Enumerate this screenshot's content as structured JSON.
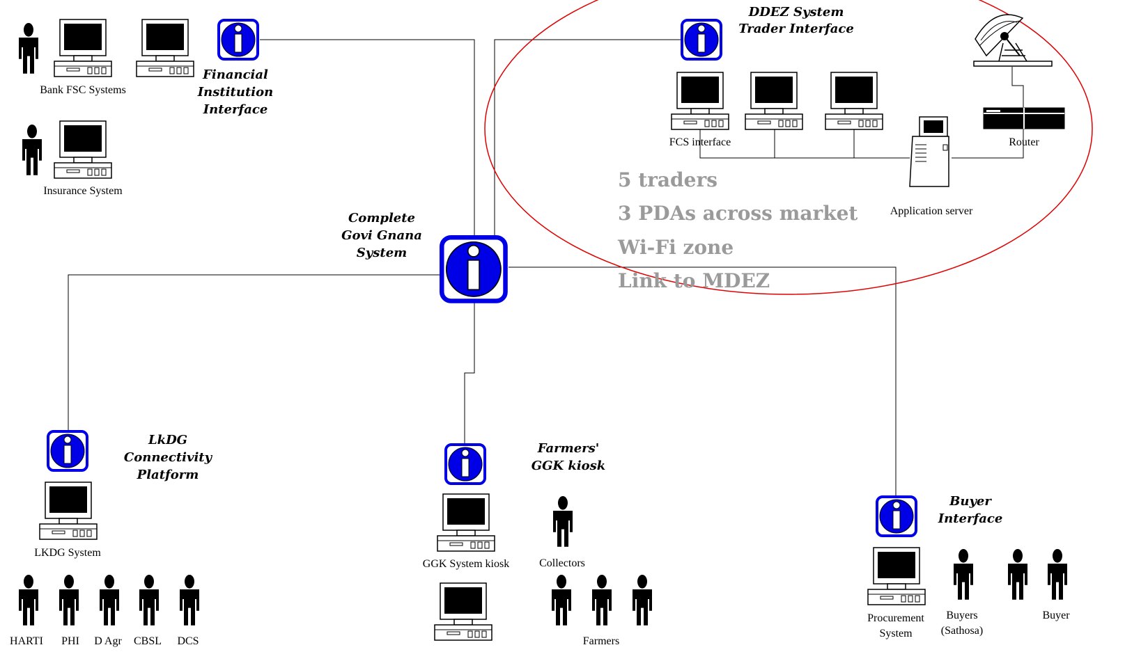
{
  "labels": {
    "bank_fsc": "Bank FSC Systems",
    "insurance": "Insurance System",
    "financial_interface": [
      "Financial",
      "Institution",
      "Interface"
    ],
    "complete_system": [
      "Complete",
      "Govi Gnana",
      "System"
    ],
    "ddez_title": [
      "DDEZ System",
      "Trader Interface"
    ],
    "fcs_interface": "FCS interface",
    "router": "Router",
    "app_server": "Application server",
    "lkdg_platform": [
      "LkDG",
      "Connectivity",
      "Platform"
    ],
    "lkdg_system": "LKDG System",
    "farmers_kiosk": [
      "Farmers'",
      "GGK kiosk"
    ],
    "ggk_kiosk": "GGK System kiosk",
    "collectors": "Collectors",
    "farmers": "Farmers",
    "buyer_interface": [
      "Buyer",
      "Interface"
    ],
    "procurement": [
      "Procurement",
      "System"
    ],
    "buyers_sathosa": [
      "Buyers",
      "(Sathosa)"
    ],
    "buyer": "Buyer",
    "org_labels": [
      "HARTI",
      "PHI",
      "D Agr",
      "CBSL",
      "DCS"
    ]
  },
  "ddez_features": [
    "5 traders",
    "3 PDAs across market",
    "Wi-Fi zone",
    "Link to MDEZ"
  ],
  "icons": {
    "info": "info-icon",
    "computer": "computer-icon",
    "person": "person-icon",
    "server": "server-icon",
    "router": "router-icon",
    "satellite": "satellite-dish-icon"
  },
  "colors": {
    "info_blue": "#0000e6",
    "ellipse": "#e00000",
    "feature_text": "#9a9a9a"
  }
}
